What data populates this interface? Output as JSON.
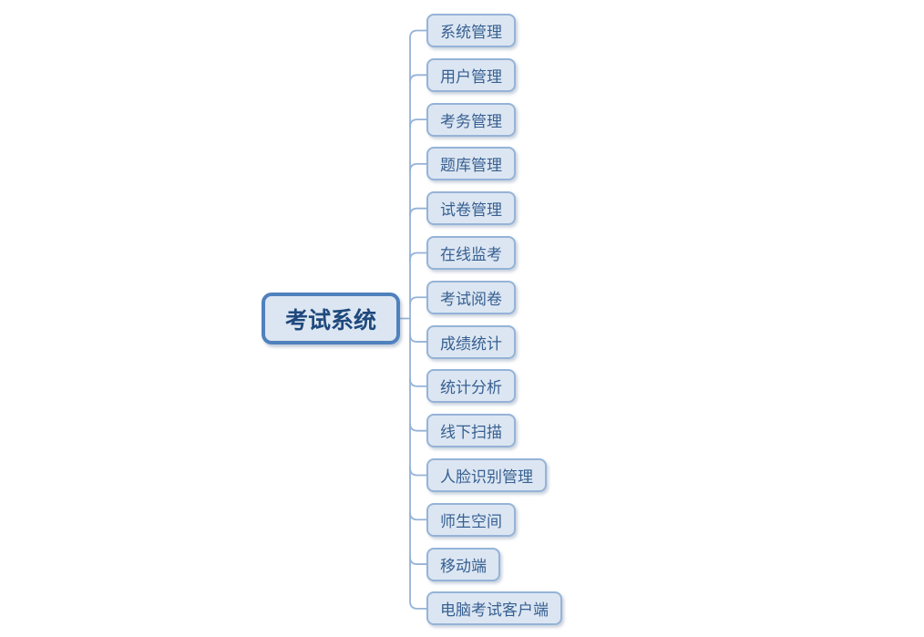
{
  "mindmap": {
    "root": {
      "label": "考试系统"
    },
    "children": [
      {
        "label": "系统管理"
      },
      {
        "label": "用户管理"
      },
      {
        "label": "考务管理"
      },
      {
        "label": "题库管理"
      },
      {
        "label": "试卷管理"
      },
      {
        "label": "在线监考"
      },
      {
        "label": "考试阅卷"
      },
      {
        "label": "成绩统计"
      },
      {
        "label": "统计分析"
      },
      {
        "label": "线下扫描"
      },
      {
        "label": "人脸识别管理"
      },
      {
        "label": "师生空间"
      },
      {
        "label": "移动端"
      },
      {
        "label": "电脑考试客户端"
      }
    ],
    "colors": {
      "root_border": "#4f81bd",
      "root_text": "#1f497d",
      "node_border": "#95b3d7",
      "node_fill": "#dce6f2",
      "node_text": "#376092",
      "connector": "#95b3d7",
      "background": "#ffffff"
    }
  }
}
